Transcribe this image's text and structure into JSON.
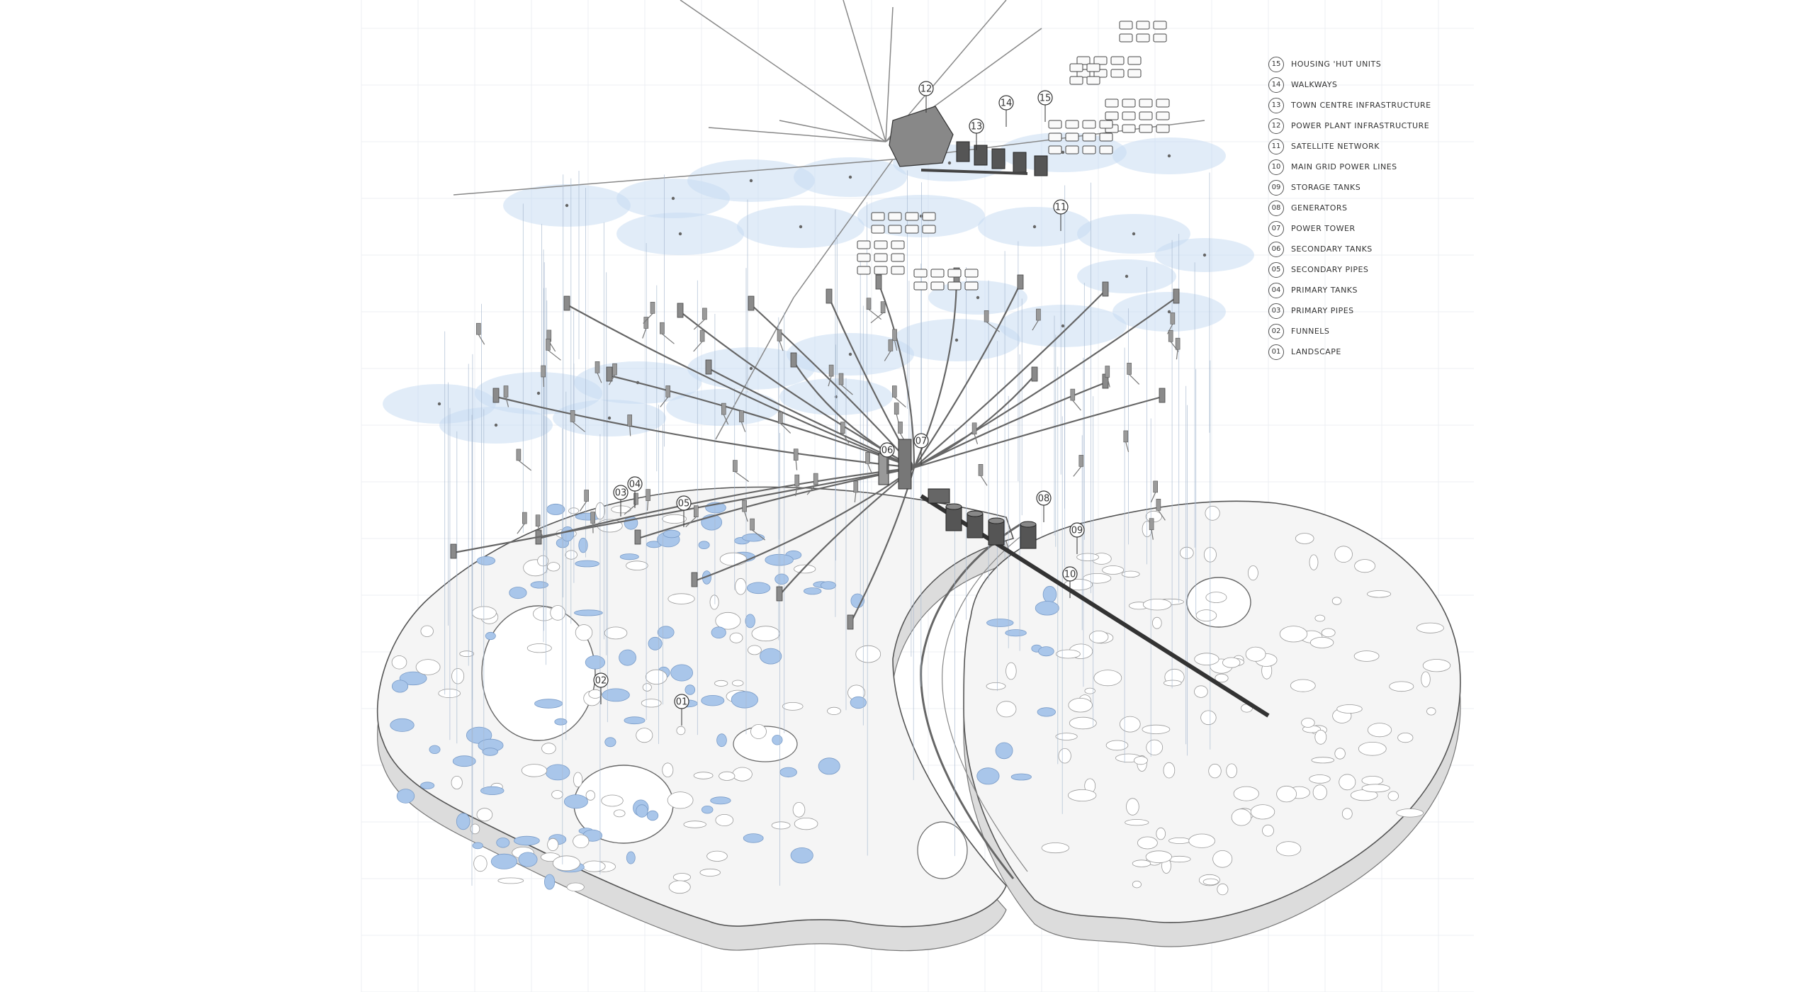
{
  "legend": [
    {
      "num": "15",
      "label": "HOUSING 'HUT UNITS"
    },
    {
      "num": "14",
      "label": "WALKWAYS"
    },
    {
      "num": "13",
      "label": "TOWN CENTRE INFRASTRUCTURE"
    },
    {
      "num": "12",
      "label": "POWER PLANT INFRASTRUCTURE"
    },
    {
      "num": "11",
      "label": "SATELLITE NETWORK"
    },
    {
      "num": "10",
      "label": "MAIN GRID POWER LINES"
    },
    {
      "num": "09",
      "label": "STORAGE TANKS"
    },
    {
      "num": "08",
      "label": "GENERATORS"
    },
    {
      "num": "07",
      "label": "POWER TOWER"
    },
    {
      "num": "06",
      "label": "SECONDARY TANKS"
    },
    {
      "num": "05",
      "label": "SECONDARY PIPES"
    },
    {
      "num": "04",
      "label": "PRIMARY TANKS"
    },
    {
      "num": "03",
      "label": "PRIMARY PIPES"
    },
    {
      "num": "02",
      "label": "FUNNELS"
    },
    {
      "num": "01",
      "label": "LANDSCAPE"
    }
  ],
  "callouts": [
    "12",
    "14",
    "15",
    "13",
    "11",
    "06",
    "07",
    "04",
    "03",
    "05",
    "08",
    "09",
    "10",
    "02",
    "01"
  ],
  "colors": {
    "ink": "#4a4a4a",
    "water": "#a9c6ea",
    "cloud": "#c9dcf3",
    "land": "#f4f4f4",
    "grid": "#eceff3"
  }
}
